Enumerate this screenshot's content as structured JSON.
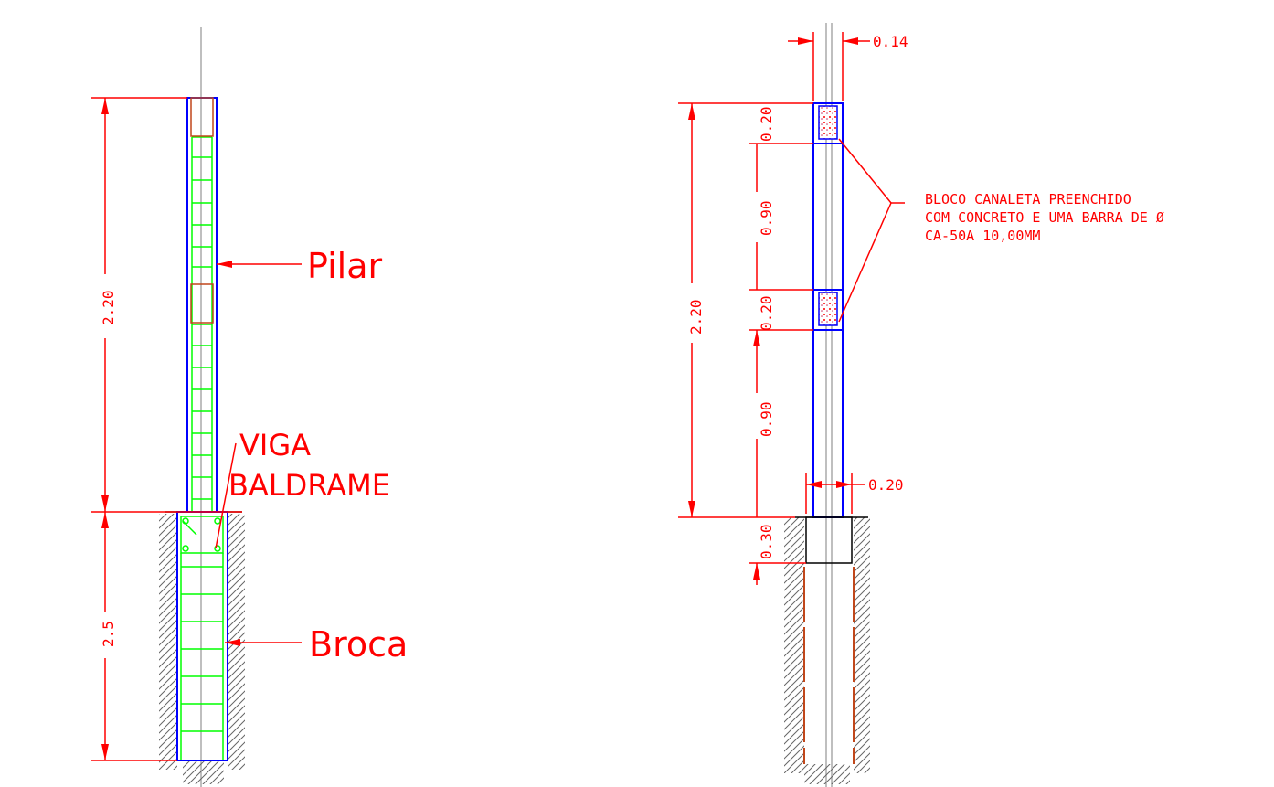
{
  "left_view": {
    "height_above": "2.20",
    "depth_below": "2.5",
    "label_pilar": "Pilar",
    "label_viga_line1": "VIGA",
    "label_viga_line2": "BALDRAME",
    "label_broca": "Broca"
  },
  "right_view": {
    "dim_width_top": "0.14",
    "dim_width_bottom": "0.20",
    "dim_total_height": "2.20",
    "dim_block_top": "0.20",
    "dim_gap_top": "0.90",
    "dim_block_mid": "0.20",
    "dim_gap_bottom": "0.90",
    "dim_base": "0.30",
    "note_line1": "BLOCO CANALETA PREENCHIDO",
    "note_line2": "COM CONCRETO E UMA BARRA DE Ø",
    "note_line3": "CA-50A 10,00MM"
  },
  "colors": {
    "dimension": "#ff0000",
    "outline": "#0000ff",
    "rebar": "#00ff00",
    "soil": "#555555",
    "block": "#c0471b",
    "axis": "#aaaaaa"
  }
}
